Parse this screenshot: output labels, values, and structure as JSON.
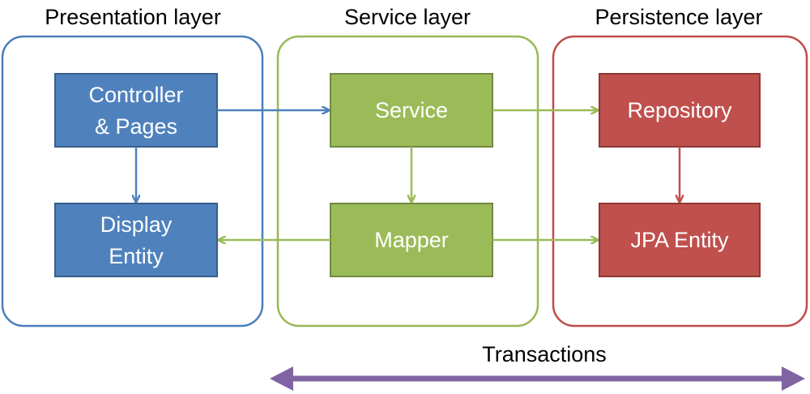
{
  "layers": {
    "presentation": {
      "title": "Presentation layer",
      "border_color": "#4a7ebb",
      "controller": {
        "line1": "Controller",
        "line2": "& Pages"
      },
      "display_entity": {
        "line1": "Display",
        "line2": "Entity"
      },
      "box_fill": "#4f81bd",
      "box_border": "#385d8a"
    },
    "service": {
      "title": "Service layer",
      "border_color": "#98b954",
      "service_box": {
        "label": "Service"
      },
      "mapper_box": {
        "label": "Mapper"
      },
      "box_fill": "#9bbb59",
      "box_border": "#71893f"
    },
    "persistence": {
      "title": "Persistence layer",
      "border_color": "#be4b48",
      "repository_box": {
        "label": "Repository"
      },
      "jpa_box": {
        "label": "JPA Entity"
      },
      "box_fill": "#c0504d",
      "box_border": "#8c3836"
    }
  },
  "transactions": {
    "label": "Transactions",
    "color": "#8064a2"
  }
}
